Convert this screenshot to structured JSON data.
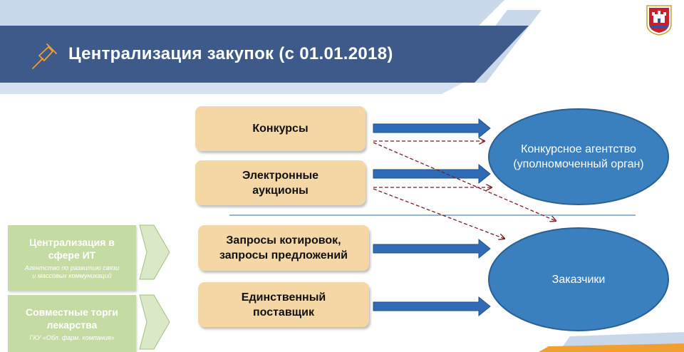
{
  "header": {
    "title": "Централизация закупок (с 01.01.2018)",
    "pin_icon": "pushpin-icon",
    "logo_icon": "coat-of-arms-icon"
  },
  "procedures": [
    {
      "label": "Конкурсы"
    },
    {
      "label": "Электронные аукционы"
    },
    {
      "label": "Запросы котировок, запросы предложений"
    },
    {
      "label": "Единственный поставщик"
    }
  ],
  "targets": [
    {
      "label": "Конкурсное агентство (уполномоченный орган)"
    },
    {
      "label": "Заказчики"
    }
  ],
  "side_items": [
    {
      "title": "Централизация в сфере ИТ",
      "subtitle": "Агентство по развитию связи и массовых коммуникаций"
    },
    {
      "title": "Совместные торги лекарства",
      "subtitle": "ГКУ «Обл. фарм. компания»"
    }
  ],
  "colors": {
    "header_bar": "#3e5a8a",
    "box_fill": "#f4d7a4",
    "ellipse_fill": "#3a80bf",
    "arrow_blue": "#2f6cb5",
    "arrow_dashed": "#7a1f1f",
    "green_box": "#c5dba4",
    "accent_orange": "#f0a030"
  }
}
